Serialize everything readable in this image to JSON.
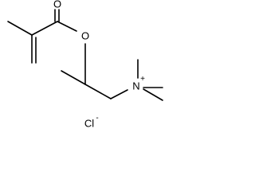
{
  "molecule": {
    "atoms": {
      "carbonyl_oxygen": "O",
      "ester_oxygen": "O",
      "nitrogen": "N",
      "nitrogen_charge": "+",
      "counterion": "Cl",
      "counterion_charge": "-"
    }
  }
}
